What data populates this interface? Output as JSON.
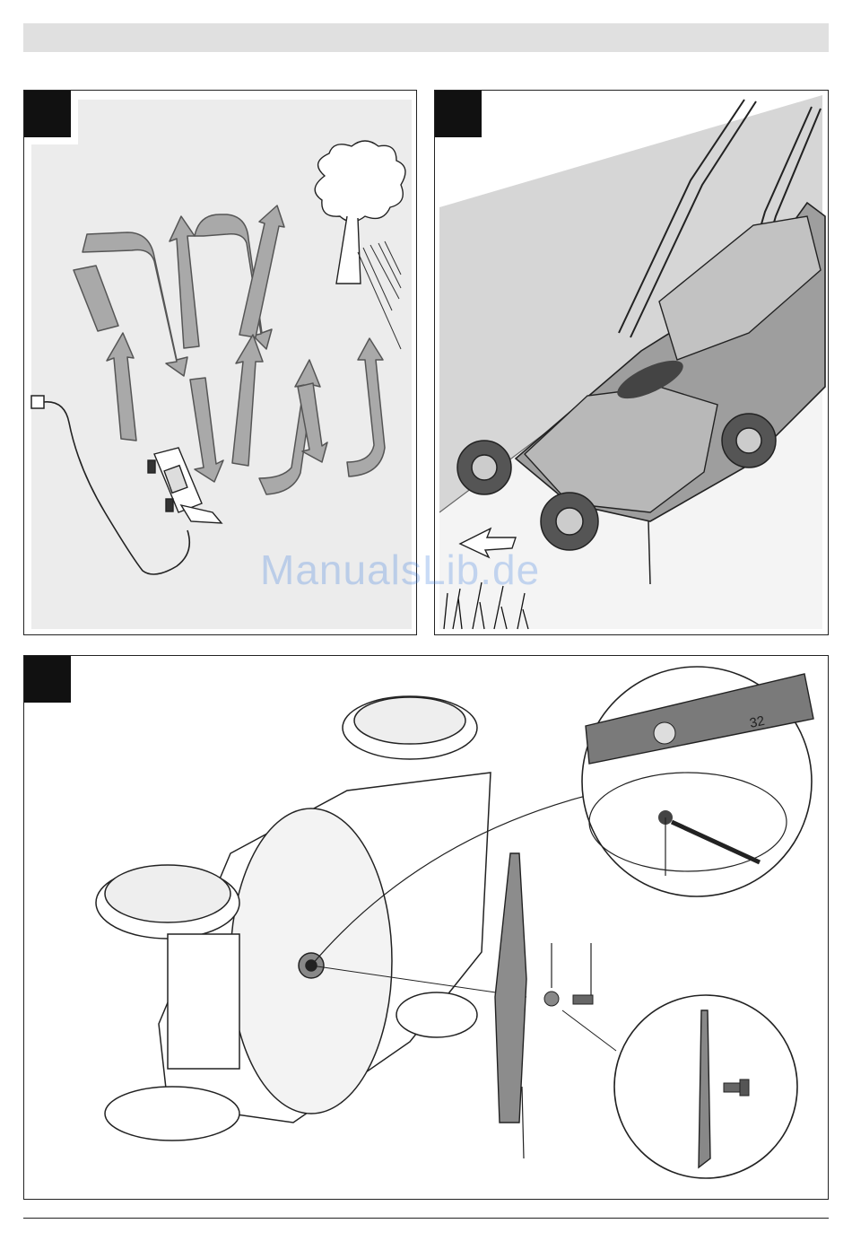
{
  "watermark": "ManualsLib.de",
  "figures": [
    {
      "icon": "mowing-pattern-illustration"
    },
    {
      "icon": "lawn-mower-edge-illustration"
    },
    {
      "icon": "blade-replacement-illustration"
    }
  ],
  "detail": {
    "blade_number": "32"
  }
}
